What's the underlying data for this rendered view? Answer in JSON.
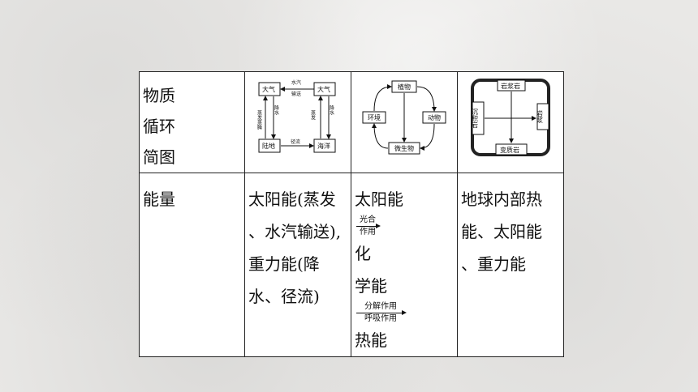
{
  "table": {
    "row1_label": [
      "物质",
      "循环",
      "简图"
    ],
    "row2_label": "能量",
    "water_diagram": {
      "atm_left": "大气",
      "atm_right": "大气",
      "transport_top": "水汽",
      "transport_bottom": "输送",
      "land": "陆地",
      "ocean": "海洋",
      "runoff": "径流",
      "evap_left": "蒸发蒸腾",
      "precip_left": "降水",
      "evap_right": "蒸发",
      "precip_right": "降水"
    },
    "bio_diagram": {
      "plants": "植物",
      "environment": "环境",
      "animals": "动物",
      "microbes": "微生物"
    },
    "rock_diagram": {
      "magma": "岩浆岩",
      "sedimentary": "沉积岩",
      "magma_right": "岩浆",
      "metamorphic": "变质岩"
    },
    "water_energy": [
      "太阳能(蒸发",
      "、水汽输送),",
      "重力能(降",
      "水、径流)"
    ],
    "bio_energy": {
      "line1_start": "太阳能",
      "arrow1_top": "光合",
      "arrow1_bottom": "作用",
      "line1_end": "化",
      "line2": "学能",
      "arrow2_top": "分解作用",
      "arrow2_bottom": "呼吸作用",
      "line3_end": "热能"
    },
    "rock_energy": [
      "地球内部热",
      "能、太阳能",
      "、重力能"
    ]
  }
}
